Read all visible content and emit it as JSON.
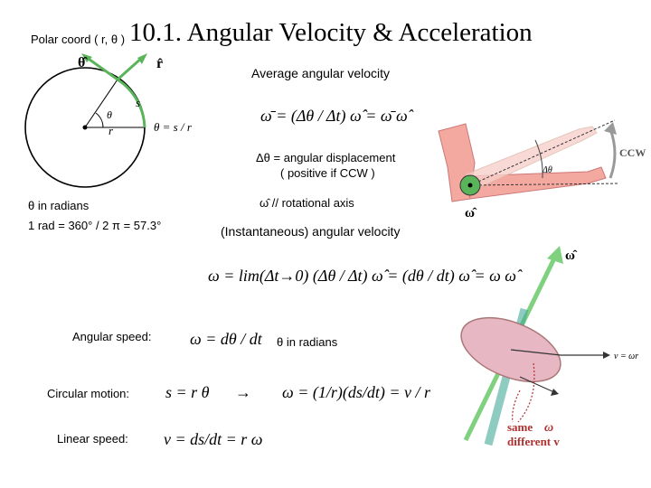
{
  "header": {
    "title": "10.1. Angular Velocity & Acceleration",
    "polar_label": "Polar coord ( r, θ )"
  },
  "circle_figure": {
    "theta_hat": "θ̂",
    "r_hat": "r̂",
    "s": "s",
    "r": "r",
    "theta": "θ",
    "theta_eq": "θ = s / r"
  },
  "average": {
    "heading": "Average angular velocity",
    "equation": "ω̄ = (Δθ / Δt) ω̂ = ω̄ ω̂",
    "note_line1": "Δθ  =  angular displacement",
    "note_line2": "( positive if CCW )",
    "omega_axis": "ω̂ // rotational axis"
  },
  "left_notes": {
    "radians": "θ  in radians",
    "rad_def": "1 rad = 360° / 2 π = 57.3°"
  },
  "instant": {
    "heading": "(Instantaneous)  angular velocity",
    "equation": "ω = lim(Δt→0) (Δθ / Δt) ω̂ = (dθ / dt) ω̂ = ω ω̂"
  },
  "speed": {
    "label": "Angular speed:",
    "equation": "ω = dθ / dt",
    "note": "θ  in radians"
  },
  "circular": {
    "label": "Circular motion:",
    "equation_left": "s = r θ",
    "arrow": "→",
    "equation_right": "ω = (1/r)(ds/dt) = v / r"
  },
  "linear": {
    "label": "Linear speed:",
    "equation": "v = ds/dt = r ω"
  },
  "arm_figure": {
    "ccw": "CCW",
    "omega_hat": "ω̂"
  },
  "disk_figure": {
    "omega_hat": "ω̂",
    "v_eq": "v = ωr",
    "same": "same",
    "omega": "ω",
    "different": "different v"
  },
  "colors": {
    "accent_green": "#5ab55a",
    "arrow_green": "#7fd17f",
    "skin": "#f4a9a0",
    "disk": "#e8b7c4",
    "annotation_red": "#b03030"
  }
}
